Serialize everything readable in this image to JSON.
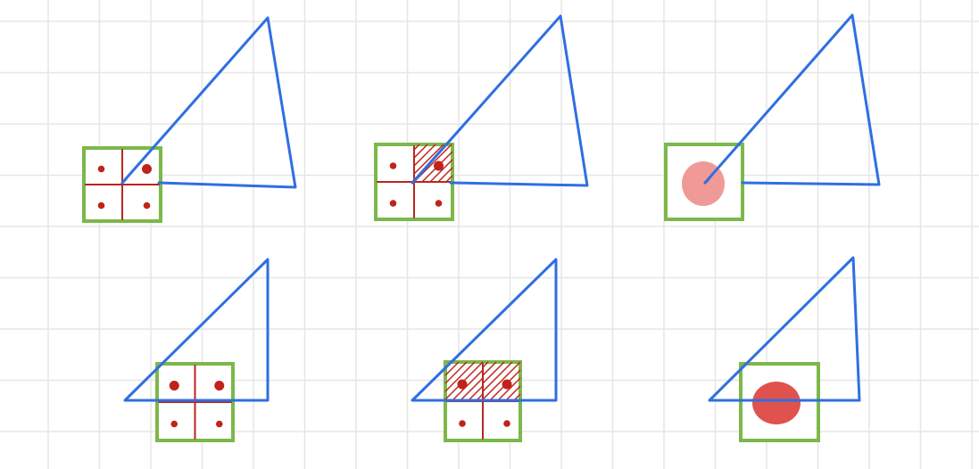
{
  "colors": {
    "background": "#ffffff",
    "grid": "#e6e6e6",
    "triangle": "#2f6fe0",
    "pixel_border": "#7cb84a",
    "subpixel_lines": "#b8261e",
    "sample_dot": "#c0231b",
    "hatch": "#c0231b",
    "blob_light": "#f09a98",
    "blob_dark": "#e0524e"
  },
  "panels": [
    {
      "id": "top-left",
      "row": 1,
      "kind": "subsamples",
      "samples": [
        "outside",
        "inside",
        "outside",
        "outside"
      ],
      "covered": [],
      "blob": null
    },
    {
      "id": "top-middle",
      "row": 1,
      "kind": "subsamples",
      "samples": [
        "outside",
        "inside",
        "outside",
        "outside"
      ],
      "covered": [
        1
      ],
      "blob": null
    },
    {
      "id": "top-right",
      "row": 1,
      "kind": "resolved",
      "samples": [],
      "covered": [],
      "blob": "light"
    },
    {
      "id": "bottom-left",
      "row": 2,
      "kind": "subsamples",
      "samples": [
        "inside",
        "inside",
        "outside",
        "outside"
      ],
      "covered": [],
      "blob": null
    },
    {
      "id": "bottom-middle",
      "row": 2,
      "kind": "subsamples",
      "samples": [
        "inside",
        "inside",
        "outside",
        "outside"
      ],
      "covered": [
        0,
        1
      ],
      "blob": null
    },
    {
      "id": "bottom-right",
      "row": 2,
      "kind": "resolved",
      "samples": [],
      "covered": [],
      "blob": "dark"
    }
  ]
}
